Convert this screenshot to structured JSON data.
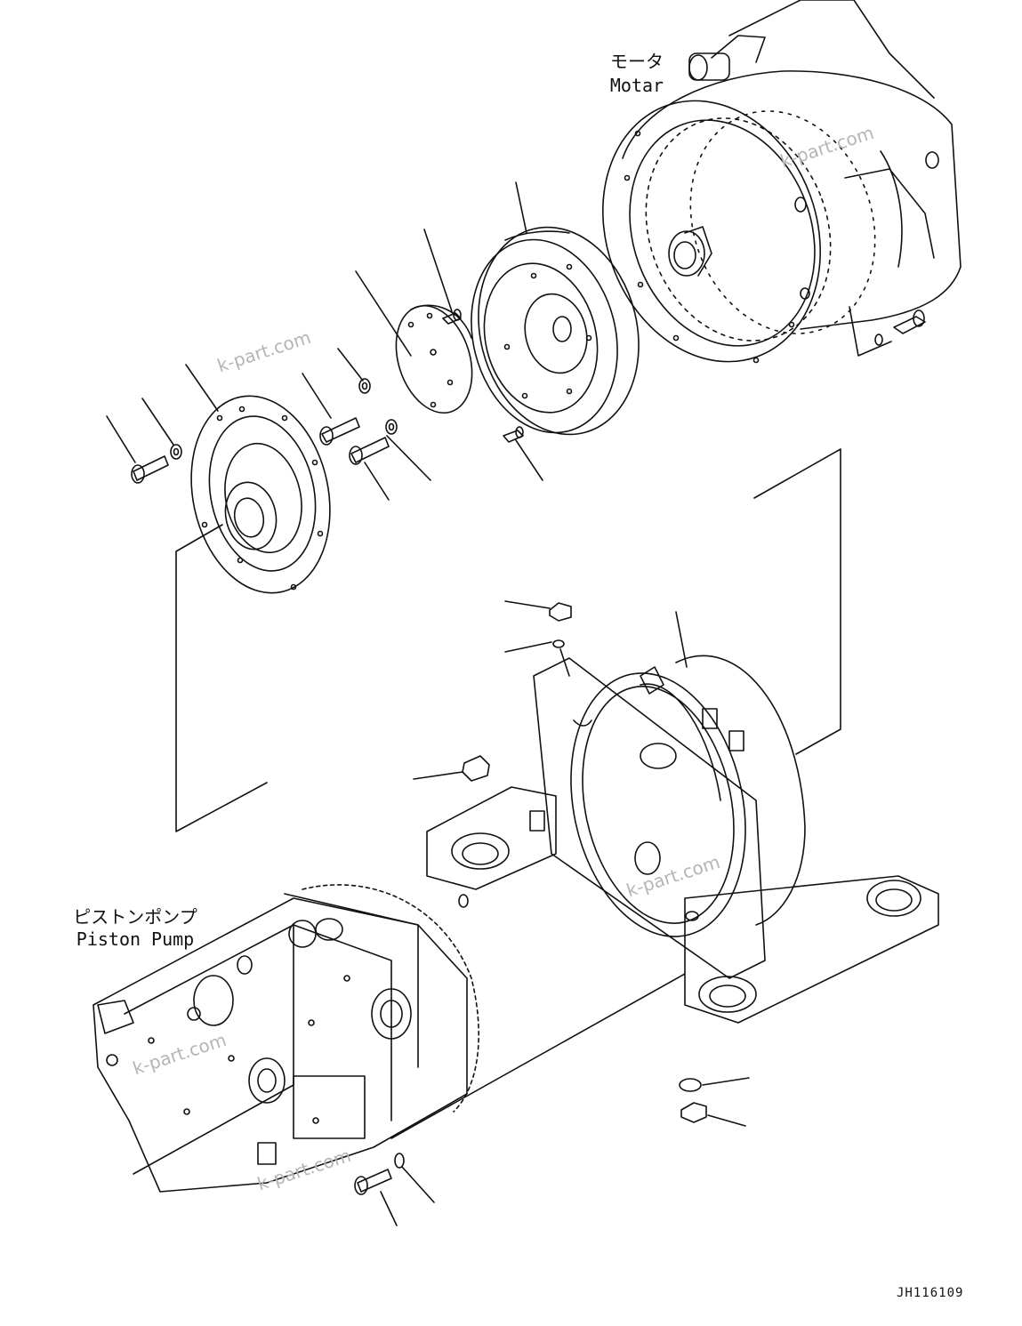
{
  "labels": {
    "motor_jp": "モータ",
    "motor_en": "Motar",
    "pump_jp": "ピストンポンプ",
    "pump_en": "Piston Pump"
  },
  "watermark": "k-part.com",
  "drawing_code": "JH116109",
  "colors": {
    "line": "#111111",
    "watermark": "#b5b5b5",
    "background": "#ffffff"
  }
}
